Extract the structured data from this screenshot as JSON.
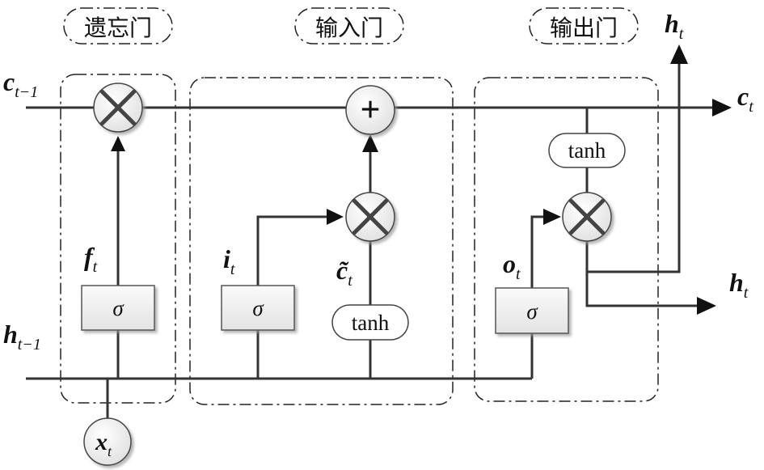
{
  "gates": {
    "forget_label": "遗忘门",
    "input_label": "输入门",
    "output_label": "输出门"
  },
  "variables": {
    "c_prev": {
      "base": "c",
      "sub": "t−1"
    },
    "c_next": {
      "base": "c",
      "sub": "t"
    },
    "h_prev": {
      "base": "h",
      "sub": "t−1"
    },
    "h_out_top": {
      "base": "h",
      "sub": "t"
    },
    "h_out_right": {
      "base": "h",
      "sub": "t"
    },
    "x_in": {
      "base": "x",
      "sub": "t"
    },
    "f": {
      "base": "f",
      "sub": "t"
    },
    "i": {
      "base": "i",
      "sub": "t"
    },
    "c_tilde": {
      "base": "c̃",
      "sub": "t"
    },
    "o": {
      "base": "o",
      "sub": "t"
    }
  },
  "blocks": {
    "sigma": "σ",
    "tanh": "tanh",
    "plus": "+"
  }
}
